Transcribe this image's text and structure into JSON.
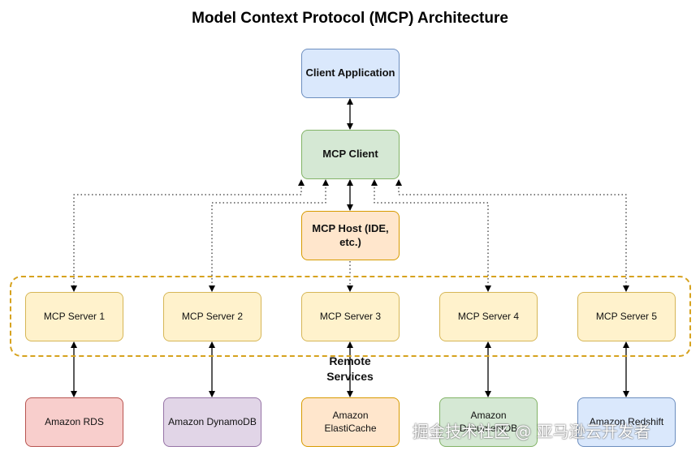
{
  "title": "Model Context Protocol (MCP) Architecture",
  "nodes": {
    "client_app": {
      "label": "Client Application",
      "fill": "#dae8fc",
      "stroke": "#6c8ebf"
    },
    "mcp_client": {
      "label": "MCP Client",
      "fill": "#d5e8d4",
      "stroke": "#82b366"
    },
    "mcp_host": {
      "label": "MCP Host (IDE, etc.)",
      "fill": "#ffe6cc",
      "stroke": "#d79b00"
    }
  },
  "group": {
    "label": "Remote Services",
    "stroke": "#d6a21e"
  },
  "servers": [
    {
      "label": "MCP Server 1"
    },
    {
      "label": "MCP Server 2"
    },
    {
      "label": "MCP Server 3"
    },
    {
      "label": "MCP Server 4"
    },
    {
      "label": "MCP Server 5"
    }
  ],
  "server_style": {
    "fill": "#fff2cc",
    "stroke": "#d6b656"
  },
  "services": [
    {
      "label": "Amazon RDS",
      "fill": "#f8cecc",
      "stroke": "#b85450"
    },
    {
      "label": "Amazon DynamoDB",
      "fill": "#e1d5e7",
      "stroke": "#9673a6"
    },
    {
      "label": "Amazon ElastiCache",
      "fill": "#ffe6cc",
      "stroke": "#d79b00"
    },
    {
      "label": "Amazon DocumentDB",
      "fill": "#d5e8d4",
      "stroke": "#82b366"
    },
    {
      "label": "Amazon Redshift",
      "fill": "#dae8fc",
      "stroke": "#6c8ebf"
    }
  ],
  "watermark": "掘金技术社区 @ 亚马逊云开发者"
}
